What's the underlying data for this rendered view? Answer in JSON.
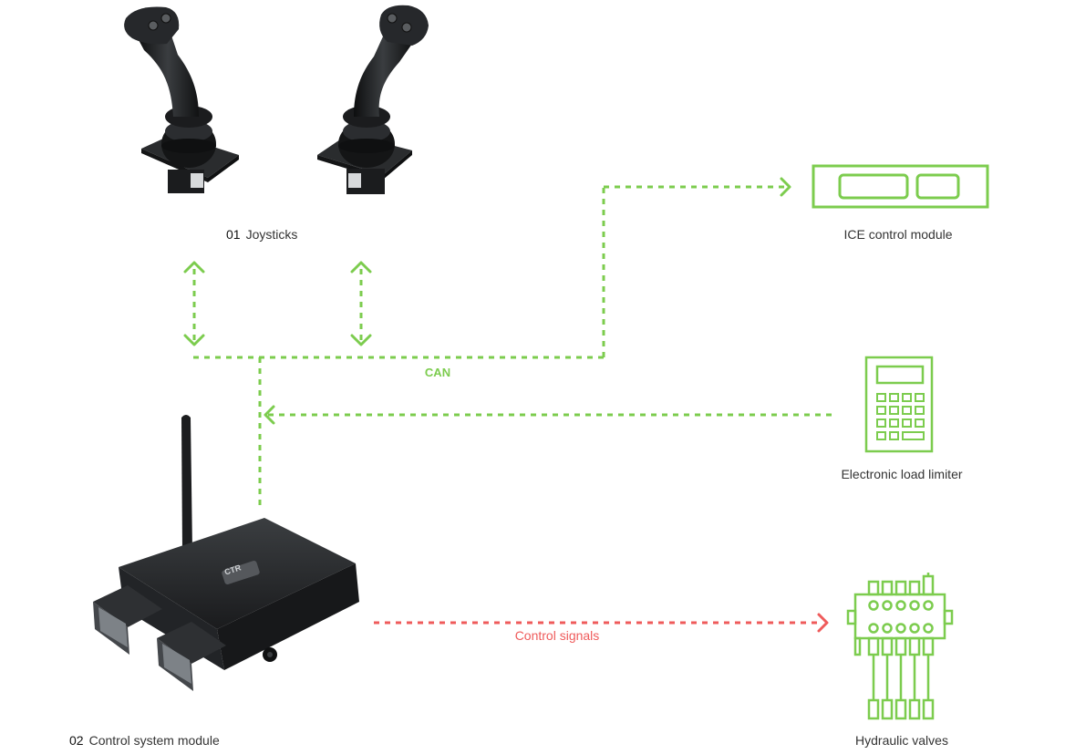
{
  "colors": {
    "can_green": "#7ccc4e",
    "signal_red": "#ef5b5b",
    "device_dark": "#1f2123",
    "text": "#333333"
  },
  "labels": {
    "joysticks_num": "01",
    "joysticks": "Joysticks",
    "control_module_num": "02",
    "control_module": "Control system module",
    "ice_module": "ICE control module",
    "load_limiter": "Electronic load limiter",
    "hydraulic_valves": "Hydraulic valves",
    "can": "CAN",
    "control_signals": "Control signals",
    "brand_badge": "CTR"
  },
  "icons": {
    "joystick_left": "joystick-icon",
    "joystick_right": "joystick-icon",
    "controller": "control-unit-icon",
    "ice": "ice-module-icon",
    "limiter": "keypad-icon",
    "valves": "hydraulic-valve-icon"
  }
}
